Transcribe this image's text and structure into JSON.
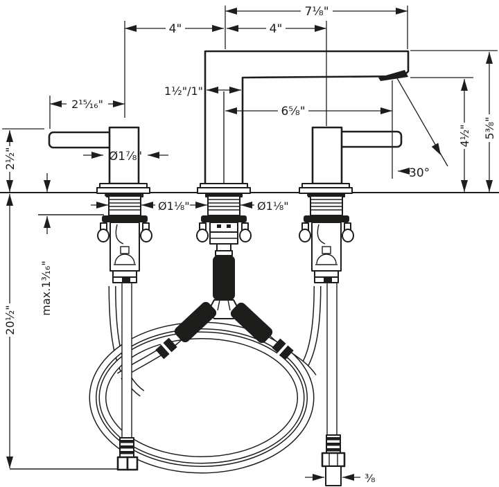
{
  "colors": {
    "line": "#1d1d1b",
    "background": "#ffffff"
  },
  "dimensions": {
    "total_reach": "7⅛\"",
    "spacing_left": "4\"",
    "spacing_right": "4\"",
    "lever_projection": "2¹⁵⁄₁₆\"",
    "spout_body_width": "1½\"/1\"",
    "outlet_reach": "6⅝\"",
    "handle_base_diameter": "Ø1⅞\"",
    "shank_diameter_left": "Ø1⅛\"",
    "shank_diameter_center": "Ø1⅛\"",
    "outlet_height": "4½\"",
    "spout_height": "5⅜\"",
    "outlet_angle": "30°",
    "handle_height": "2½\"",
    "max_counter_thickness": "max.1³⁄₁₆\"",
    "hose_length": "20½\"",
    "supply_connection": "³⁄₈"
  }
}
